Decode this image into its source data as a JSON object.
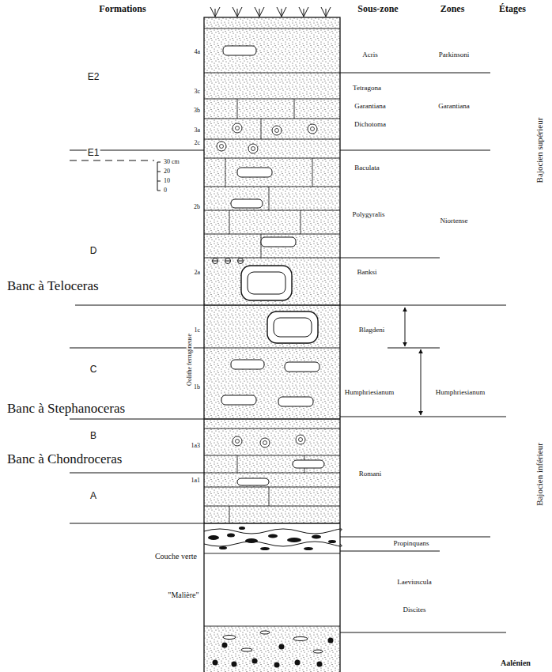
{
  "diagram": {
    "labels": [
      "Formations",
      "Sous-zone",
      "Zones",
      "Étages",
      "E2",
      "E1",
      "D",
      "Banc à Teloceras",
      "C",
      "Banc à Stephanoceras",
      "B",
      "Banc à Chondroceras",
      "A",
      "Couche verte",
      "\"Malière\"",
      "30 cm",
      "20",
      "10",
      "0",
      "4a",
      "3c",
      "3b",
      "3a",
      "2c",
      "2b",
      "2a",
      "1c",
      "1b",
      "1a3",
      "1a1",
      "Oolithe ferrugineuse",
      "Acris",
      "Parkinsoni",
      "Tetragona",
      "Garantiana",
      "Garantiana",
      "Dichotoma",
      "Baculata",
      "Polygyralis",
      "Niortense",
      "Banksi",
      "Blagdeni",
      "Humphriesianum",
      "Humphriesianum",
      "Romani",
      "Propinquans",
      "Laeviuscula",
      "Discites",
      "Aalénien",
      "Bajocien supérieur",
      "Bajocien inférieur"
    ]
  }
}
